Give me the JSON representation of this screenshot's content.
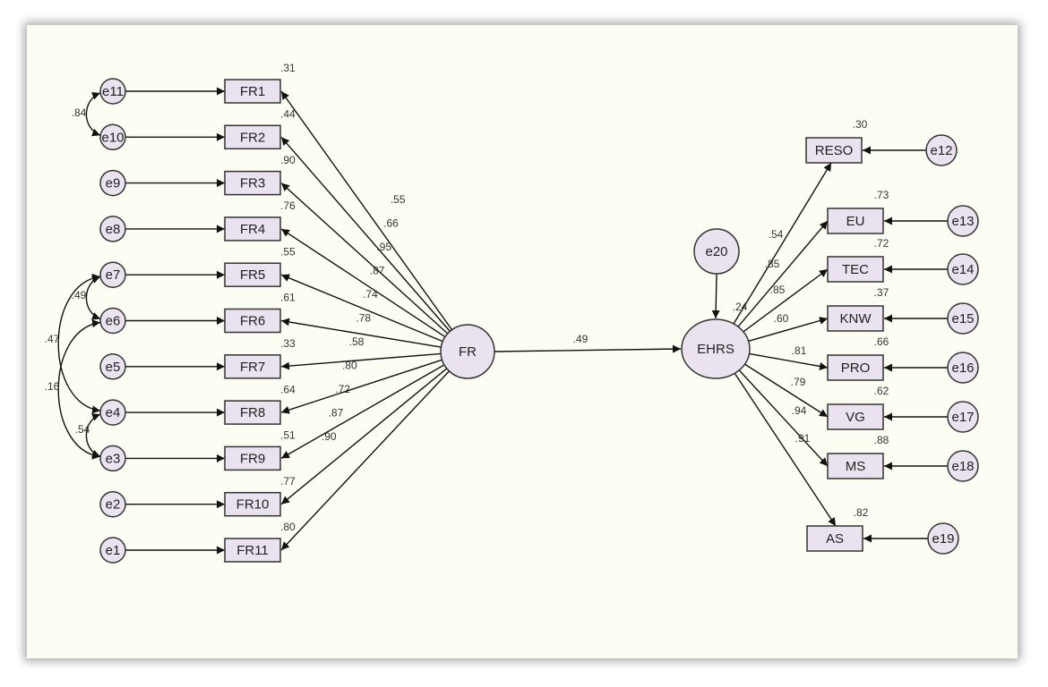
{
  "diagram": {
    "frame_bg": "#fdfef3",
    "node_fill": "#ebe2f0",
    "left_indicators": [
      {
        "name": "FR1",
        "error": "e11",
        "r2": ".31",
        "loading": ".55"
      },
      {
        "name": "FR2",
        "error": "e10",
        "r2": ".44",
        "loading": ".66"
      },
      {
        "name": "FR3",
        "error": "e9",
        "r2": ".90",
        "loading": ".95"
      },
      {
        "name": "FR4",
        "error": "e8",
        "r2": ".76",
        "loading": ".87"
      },
      {
        "name": "FR5",
        "error": "e7",
        "r2": ".55",
        "loading": ".74"
      },
      {
        "name": "FR6",
        "error": "e6",
        "r2": ".61",
        "loading": ".78"
      },
      {
        "name": "FR7",
        "error": "e5",
        "r2": ".33",
        "loading": ".58"
      },
      {
        "name": "FR8",
        "error": "e4",
        "r2": ".64",
        "loading": ".80"
      },
      {
        "name": "FR9",
        "error": "e3",
        "r2": ".51",
        "loading": ".72"
      },
      {
        "name": "FR10",
        "error": "e2",
        "r2": ".77",
        "loading": ".87"
      },
      {
        "name": "FR11",
        "error": "e1",
        "r2": ".80",
        "loading": ".90"
      }
    ],
    "left_covariances": [
      {
        "from": "e11",
        "to": "e10",
        "value": ".84"
      },
      {
        "from": "e7",
        "to": "e6",
        "value": ".49"
      },
      {
        "from": "e7",
        "to": "e4",
        "value": ".47"
      },
      {
        "from": "e6",
        "to": "e3",
        "value": ".16"
      },
      {
        "from": "e4",
        "to": "e3",
        "value": ".54"
      }
    ],
    "fr_latent": "FR",
    "ehrs_latent": "EHRS",
    "ehrs_error": "e20",
    "ehrs_r2": ".24",
    "structural_path": ".49",
    "right_indicators": [
      {
        "name": "RESO",
        "error": "e12",
        "r2": ".30",
        "loading": ".54"
      },
      {
        "name": "EU",
        "error": "e13",
        "r2": ".73",
        "loading": ".85"
      },
      {
        "name": "TEC",
        "error": "e14",
        "r2": ".72",
        "loading": ".85"
      },
      {
        "name": "KNW",
        "error": "e15",
        "r2": ".37",
        "loading": ".60"
      },
      {
        "name": "PRO",
        "error": "e16",
        "r2": ".66",
        "loading": ".81"
      },
      {
        "name": "VG",
        "error": "e17",
        "r2": ".62",
        "loading": ".79"
      },
      {
        "name": "MS",
        "error": "e18",
        "r2": ".88",
        "loading": ".94"
      },
      {
        "name": "AS",
        "error": "e19",
        "r2": ".82",
        "loading": ".91"
      }
    ]
  }
}
